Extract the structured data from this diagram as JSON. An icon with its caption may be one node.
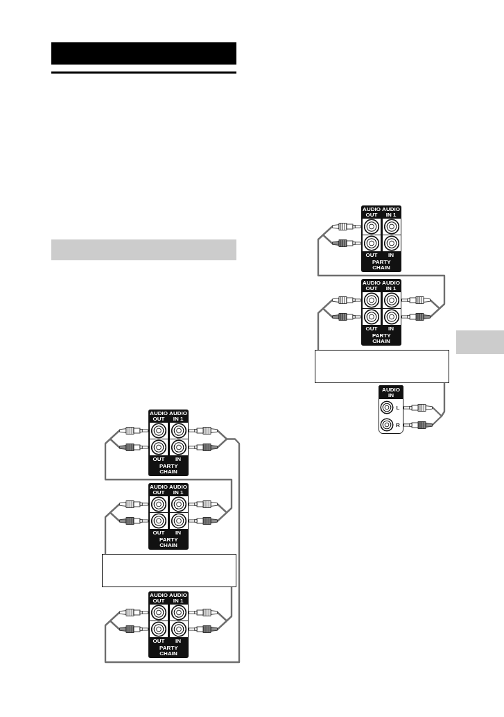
{
  "diagram": {
    "nodes": [
      {
        "text": [],
        "shape": "bar"
      },
      {
        "text": [],
        "shape": "bar"
      },
      {
        "text": [
          "AUDIO OUT",
          "AUDIO IN 1",
          "OUT",
          "IN",
          "PARTY CHAIN"
        ]
      },
      {
        "text": [
          "AUDIO OUT",
          "AUDIO IN 1",
          "OUT",
          "IN",
          "PARTY CHAIN"
        ]
      },
      {
        "text": [],
        "shape": "box"
      },
      {
        "text": [
          "AUDIO OUT",
          "AUDIO IN 1",
          "OUT",
          "IN",
          "PARTY CHAIN"
        ]
      },
      {
        "text": [
          "AUDIO OUT",
          "AUDIO IN 1",
          "OUT",
          "IN",
          "PARTY CHAIN"
        ]
      },
      {
        "text": [
          "AUDIO OUT",
          "AUDIO IN 1",
          "OUT",
          "IN",
          "PARTY CHAIN"
        ]
      },
      {
        "text": [],
        "shape": "box"
      },
      {
        "text": [
          "AUDIO IN",
          "L",
          "R"
        ]
      },
      {
        "text": [],
        "shape": "bar"
      }
    ],
    "edges": [
      {
        "from": 2,
        "to": 3,
        "arrow": "none"
      },
      {
        "from": 3,
        "to": 4,
        "arrow": "none"
      },
      {
        "from": 4,
        "to": 5,
        "arrow": "none"
      },
      {
        "from": 5,
        "to": 2,
        "arrow": "none"
      },
      {
        "from": 6,
        "to": 7,
        "arrow": "none"
      },
      {
        "from": 7,
        "to": 8,
        "arrow": "none"
      },
      {
        "from": 8,
        "to": 9,
        "arrow": "none"
      }
    ]
  }
}
